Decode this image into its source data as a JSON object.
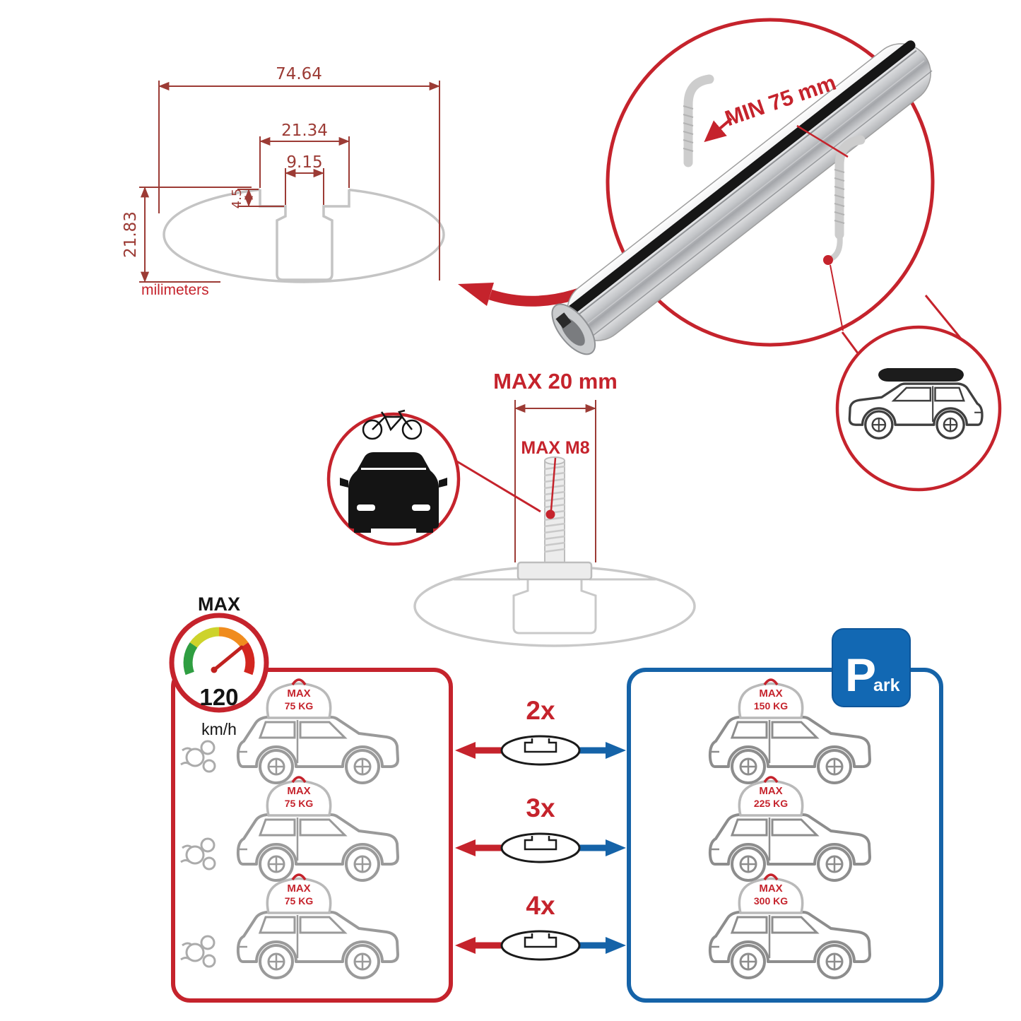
{
  "colors": {
    "accent_red": "#c5232c",
    "accent_blue": "#1563a8",
    "dimension_red": "#9c3b35",
    "sketch_gray": "#c4c4c4"
  },
  "profile_dimensions": {
    "total_width": "74.64",
    "plateau_width": "21.34",
    "slot_width": "9.15",
    "step_height": "4.5",
    "total_height": "21.83",
    "units": "milimeters"
  },
  "clamp": {
    "min_label": "MIN 75 mm"
  },
  "bolt": {
    "max_length_label": "MAX 20 mm",
    "max_thread_label": "MAX M8"
  },
  "speedometer": {
    "label": "MAX",
    "value": "120",
    "unit": "km/h"
  },
  "parking_sign": {
    "letter": "P",
    "suffix": "ark"
  },
  "driving_cars": [
    {
      "line1": "MAX",
      "line2": "75 KG"
    },
    {
      "line1": "MAX",
      "line2": "75 KG"
    },
    {
      "line1": "MAX",
      "line2": "75 KG"
    }
  ],
  "parked_cars": [
    {
      "line1": "MAX",
      "line2": "150 KG"
    },
    {
      "line1": "MAX",
      "line2": "225 KG"
    },
    {
      "line1": "MAX",
      "line2": "300 KG"
    }
  ],
  "multipliers": [
    {
      "label": "2x"
    },
    {
      "label": "3x"
    },
    {
      "label": "4x"
    }
  ]
}
